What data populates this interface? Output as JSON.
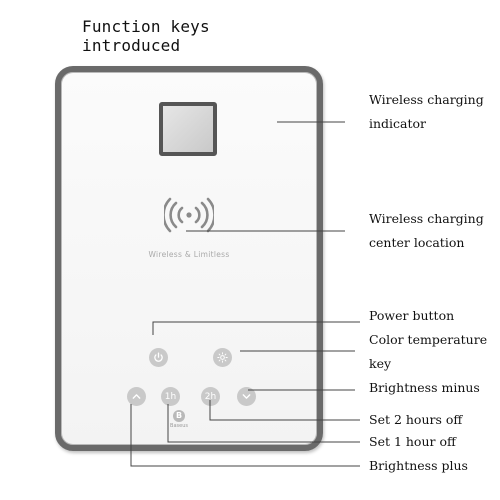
{
  "title": "Function keys introduced",
  "device": {
    "wireless_label": "Wireless & Limitless",
    "brand": "Baseus",
    "brand_mark": "B",
    "keys": {
      "power_icon": "power-icon",
      "color_temp_icon": "sun-icon",
      "brightness_plus_icon": "chevron-up-icon",
      "one_hour": "1h",
      "two_hours": "2h",
      "brightness_minus_icon": "chevron-down-icon"
    }
  },
  "callouts": {
    "wireless_indicator": [
      "Wireless charging",
      "indicator"
    ],
    "wireless_center": [
      "Wireless charging",
      "center location"
    ],
    "power": "Power button",
    "color_temperature": [
      "Color temperature",
      "key"
    ],
    "brightness_minus": "Brightness minus",
    "set_2_hours": "Set 2 hours off",
    "set_1_hour": "Set 1 hour off",
    "brightness_plus": "Brightness plus"
  },
  "colors": {
    "frame": "#6a6a6a",
    "key": "#c9c9c9",
    "line": "#444444"
  }
}
